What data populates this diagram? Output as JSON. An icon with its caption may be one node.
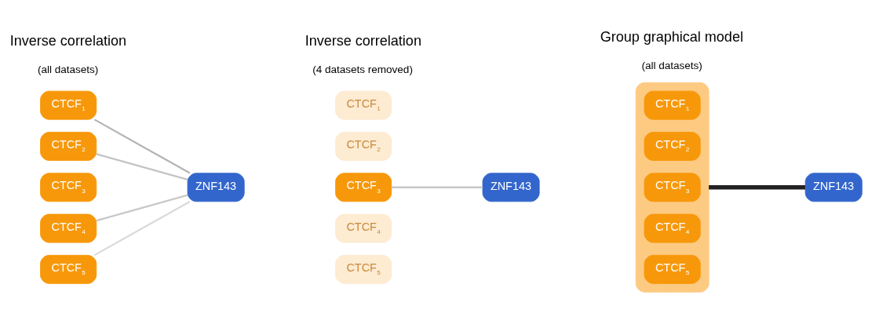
{
  "diagram": {
    "nodes": [
      {
        "text": [
          "CTCF$_{1}$"
        ]
      },
      {
        "text": [
          "CTCF$_{2}$"
        ]
      },
      {
        "text": [
          "CTCF$_{3}$"
        ]
      },
      {
        "text": [
          "CTCF$_{4}$"
        ]
      },
      {
        "text": [
          "CTCF$_{5}$"
        ]
      },
      {
        "text": [
          "ZNF143"
        ]
      },
      {
        "text": [
          "CTCF$_{1}$"
        ]
      },
      {
        "text": [
          "CTCF$_{2}$"
        ]
      },
      {
        "text": [
          "CTCF$_{3}$"
        ]
      },
      {
        "text": [
          "CTCF$_{4}$"
        ]
      },
      {
        "text": [
          "CTCF$_{5}$"
        ]
      },
      {
        "text": [
          "ZNF143"
        ]
      },
      {
        "text": [],
        "shape": "box"
      },
      {
        "text": [
          "CTCF$_{1}$"
        ],
        "in": 12
      },
      {
        "text": [
          "CTCF$_{2}$"
        ],
        "in": 12
      },
      {
        "text": [
          "CTCF$_{3}$"
        ],
        "in": 12
      },
      {
        "text": [
          "CTCF$_{4}$"
        ],
        "in": 12
      },
      {
        "text": [
          "CTCF$_{5}$"
        ],
        "in": 12
      },
      {
        "text": [
          "ZNF143"
        ]
      }
    ],
    "edges": [
      {
        "from": 0,
        "to": 5,
        "arrow": "none",
        "color": "#b4b4b4"
      },
      {
        "from": 1,
        "to": 5,
        "arrow": "none",
        "color": "#c4c4c4"
      },
      {
        "from": 3,
        "to": 5,
        "arrow": "none",
        "color": "#c8c8c8"
      },
      {
        "from": 4,
        "to": 5,
        "arrow": "none",
        "color": "#dadada"
      },
      {
        "from": 8,
        "to": 11,
        "arrow": "none",
        "color": "#c8c8c8"
      },
      {
        "from": 12,
        "to": 18,
        "arrow": "none",
        "style": "thick",
        "color": "#222222"
      }
    ],
    "labels": [
      "Inverse correlation",
      "(all datasets)",
      "Inverse correlation",
      "(4 datasets removed)",
      "Group graphical model",
      "(all datasets)"
    ]
  }
}
